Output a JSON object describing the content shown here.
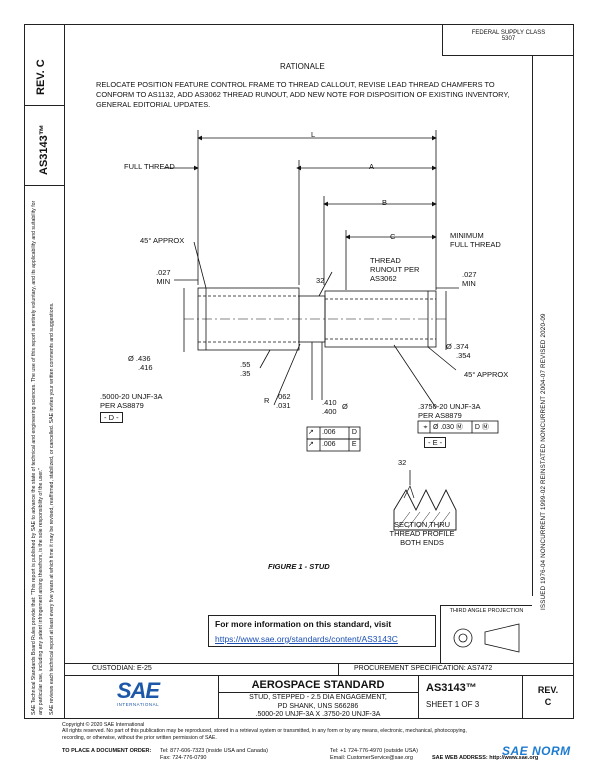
{
  "header": {
    "rev_label": "REV.",
    "rev_value": "C",
    "doc_number": "AS3143™",
    "federal_class": "FEDERAL SUPPLY CLASS",
    "federal_class_value": "5307"
  },
  "side_text": {
    "left_disclaimer": "SAE Technical Standards Board Rules provide that: \"This report is published by SAE to advance the state of technical and engineering sciences. The use of this report is entirely voluntary, and its applicability and suitability for any particular use, including any patent infringement arising therefrom, is the sole responsibility of the user.\"",
    "left_disclaimer2": "SAE reviews each technical report at least every five years at which time it may be revised, reaffirmed, stabilized, or cancelled. SAE invites your written comments and suggestions.",
    "right_history": "ISSUED 1976-04   NONCURRENT 1999-02   REINSTATED NONCURRENT 2004-07   REVISED 2020-09"
  },
  "rationale": {
    "title": "RATIONALE",
    "body": "RELOCATE POSITION FEATURE CONTROL FRAME TO THREAD CALLOUT, REVISE LEAD THREAD CHAMFERS TO CONFORM TO AS1132, ADD AS3062 THREAD RUNOUT, ADD NEW NOTE FOR DISPOSITION OF EXISTING INVENTORY, GENERAL EDITORIAL UPDATES."
  },
  "drawing": {
    "L": "L",
    "A": "A",
    "B": "B",
    "C": "C",
    "full_thread": "FULL THREAD",
    "minimum": "MINIMUM",
    "full_thread2": "FULL THREAD",
    "approx45_top": "45° APPROX",
    "approx45_bottom": "45° APPROX",
    "dim_027_a": ".027",
    "min_a": "MIN",
    "dim_027_b": ".027",
    "min_b": "MIN",
    "thread_runout": "THREAD",
    "thread_runout2": "RUNOUT PER",
    "thread_runout3": "AS3062",
    "angle_32": "32",
    "dia_436": "Ø .436",
    "dia_416": ".416",
    "dia_374": "Ø .374",
    "dia_354": ".354",
    "dim_55": ".55",
    "dim_35": ".35",
    "R": "R",
    "dim_062": ".062",
    "dim_031": ".031",
    "dim_410": ".410",
    "dim_400": ".400",
    "dia_sym": "Ø",
    "thread_left": ".5000-20 UNJF-3A",
    "thread_left2": "PER AS8879",
    "datum_D": "- D -",
    "thread_right": ".3750-20 UNJF-3A",
    "thread_right2": "PER AS8879",
    "datum_E": "- E -",
    "fcf_top_sym": "⌖",
    "fcf_top_tol": "Ø .030 Ⓜ",
    "fcf_top_datum": "D Ⓜ",
    "fcf1_tol": ".006",
    "fcf1_datum": "D",
    "fcf2_tol": ".006",
    "fcf2_datum": "E",
    "section_angle": "32",
    "section1": "SECTION THRU",
    "section2": "THREAD PROFILE",
    "section3": "BOTH ENDS",
    "figure_caption": "FIGURE 1 - STUD"
  },
  "info_box": {
    "line1": "For more information on this standard, visit",
    "link": "https://www.sae.org/standards/content/AS3143C"
  },
  "projection": {
    "label": "THIRD ANGLE PROJECTION"
  },
  "title_block": {
    "custodian": "CUSTODIAN: E-25",
    "procurement": "PROCUREMENT SPECIFICATION: AS7472",
    "title": "AEROSPACE STANDARD",
    "desc1": "STUD, STEPPED - 2.5 DIA ENGAGEMENT,",
    "desc2": "PD SHANK, UNS S66286",
    "desc3": ".5000-20 UNJF-3A X .3750-20 UNJF-3A",
    "doc_number": "AS3143™",
    "sheet": "SHEET 1 OF 3",
    "rev_label": "REV.",
    "rev_value": "C",
    "logo_text": "SAE",
    "logo_sub": "INTERNATIONAL"
  },
  "footer": {
    "copyright": "Copyright © 2020 SAE International",
    "rights": "All rights reserved. No part of this publication may be reproduced, stored in a retrieval system or transmitted, in any form or by any means, electronic, mechanical, photocopying,",
    "rights2": "recording, or otherwise, without the prior written permission of SAE.",
    "order_label": "TO PLACE A DOCUMENT ORDER:",
    "tel1": "Tel: 877-606-7323 (inside USA and Canada)",
    "tel2": "Tel: +1 724-776-4970 (outside USA)",
    "fax": "Fax: 724-776-0790",
    "email": "Email: CustomerService@sae.org",
    "web": "SAE WEB ADDRESS: http://www.sae.org",
    "watermark": "SAE NORM"
  }
}
